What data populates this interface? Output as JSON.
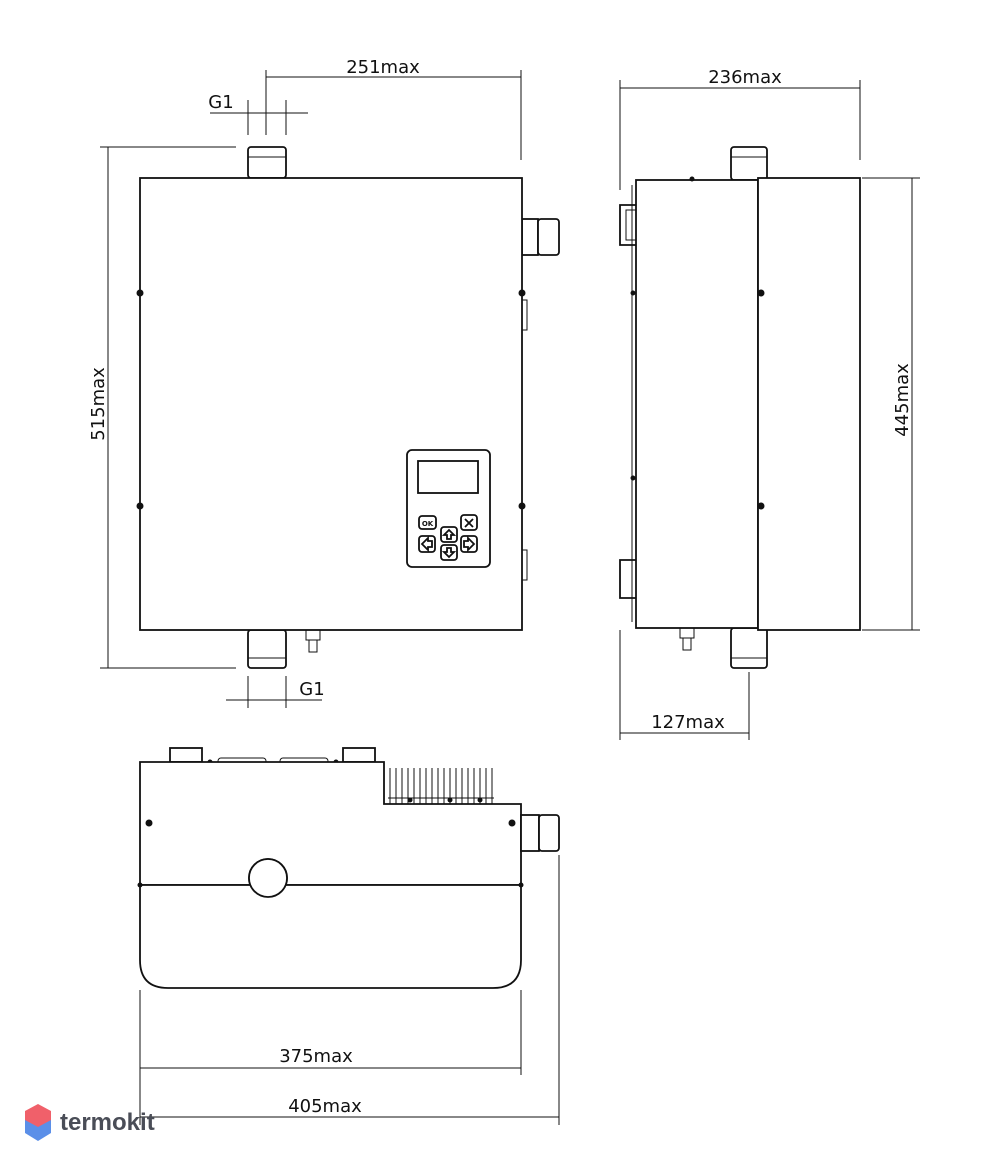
{
  "dimensions": {
    "width_top": "251max",
    "thread_top": "G1",
    "height_left": "515max",
    "thread_bottom": "G1",
    "depth_side": "236max",
    "height_side": "445max",
    "depth_bottom_side": "127max",
    "width_bottom_inner": "375max",
    "width_bottom_outer": "405max"
  },
  "control_panel": {
    "keys": [
      "OK",
      "up",
      "close",
      "left",
      "down",
      "right"
    ]
  },
  "logo": {
    "text": "termokit",
    "colors": {
      "top": "#f0606a",
      "bottom": "#5b8fe8",
      "text": "#4a4d57"
    }
  }
}
